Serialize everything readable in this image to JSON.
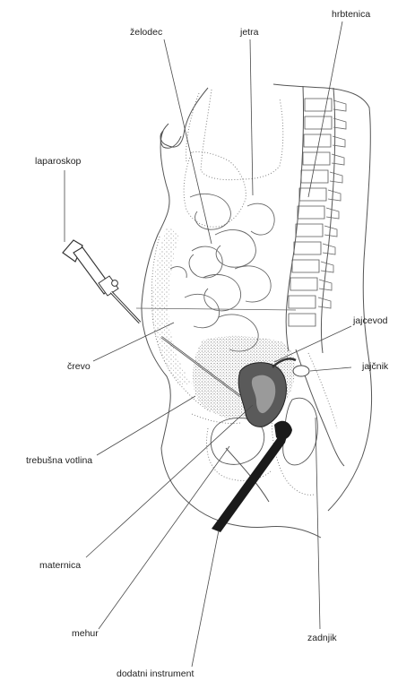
{
  "labels": {
    "zeludec": "želodec",
    "jetra": "jetra",
    "hrbtenica": "hrbtenica",
    "laparoskop": "laparoskop",
    "jajcevod": "jajcevod",
    "jajcnik": "jajčnik",
    "crevo": "črevo",
    "trebusna_votlina": "trebušna votlina",
    "maternica": "maternica",
    "mehur": "mehur",
    "zadnjik": "zadnjik",
    "dodatni_instrument": "dodatni instrument"
  },
  "colors": {
    "ink": "#222222",
    "instrument": "#1a1a1a",
    "uterus": "#555555"
  }
}
